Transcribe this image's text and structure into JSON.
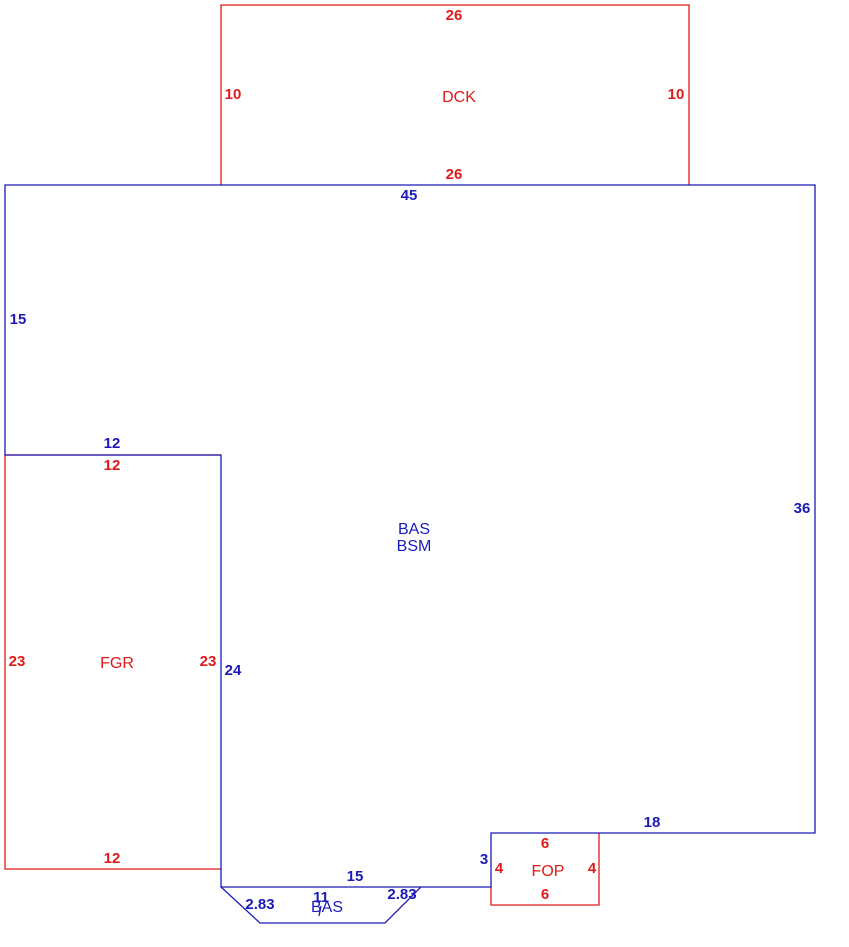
{
  "colors": {
    "main": "#1a1ab8",
    "addon": "#e01a1a"
  },
  "areas": {
    "dck": "DCK",
    "bas": "BAS",
    "bsm": "BSM",
    "fgr": "FGR",
    "fop": "FOP",
    "bay": "BAS"
  },
  "dims": {
    "dck_top": "26",
    "dck_left": "10",
    "dck_right": "10",
    "dck_bottom": "26",
    "main_top": "45",
    "main_left": "15",
    "main_step": "12",
    "main_right": "36",
    "main_inner_left": "24",
    "main_bottom_right": "18",
    "main_bottom": "15",
    "main_notch": "3",
    "fgr_top": "12",
    "fgr_left": "23",
    "fgr_right": "23",
    "fgr_bottom": "12",
    "fop_top": "6",
    "fop_left": "4",
    "fop_right": "4",
    "fop_bottom": "6",
    "bay_left": "2.83",
    "bay_front": "11",
    "bay_right": "2.83"
  }
}
